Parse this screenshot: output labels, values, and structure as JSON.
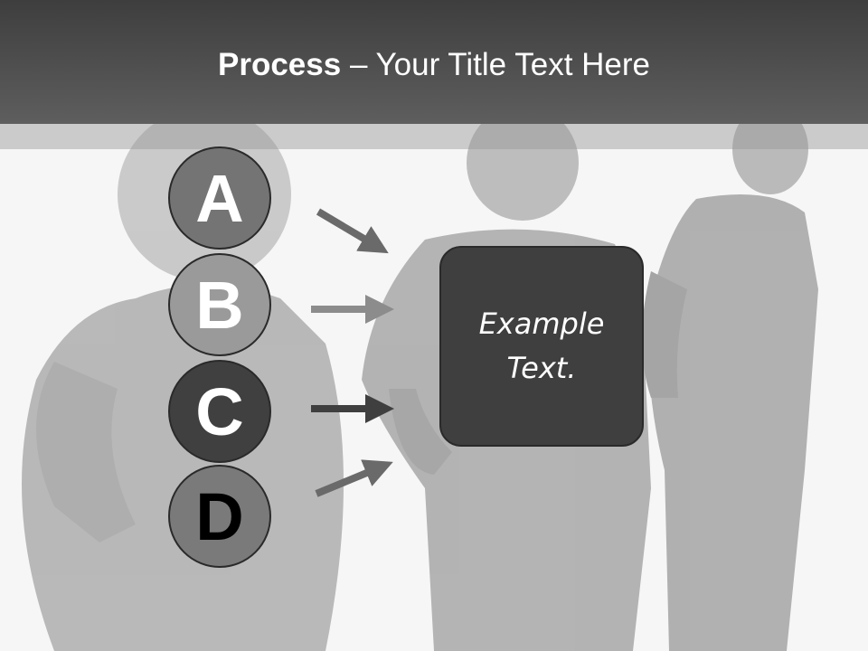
{
  "title": {
    "bold": "Process",
    "rest": " – Your Title Text Here"
  },
  "steps": [
    {
      "letter": "A",
      "fill": "#747474",
      "text_color": "#ffffff"
    },
    {
      "letter": "B",
      "fill": "#9a9a9a",
      "text_color": "#ffffff"
    },
    {
      "letter": "C",
      "fill": "#404040",
      "text_color": "#ffffff"
    },
    {
      "letter": "D",
      "fill": "#7a7a7a",
      "text_color": "#000000"
    }
  ],
  "box": {
    "text": "Example Text."
  },
  "colors": {
    "title_bar": "#4a4a4a",
    "box_fill": "#3f3f3f",
    "arrow_a": "#6a6a6a",
    "arrow_b": "#8c8c8c",
    "arrow_c": "#3f3f3f",
    "arrow_d": "#6a6a6a"
  }
}
